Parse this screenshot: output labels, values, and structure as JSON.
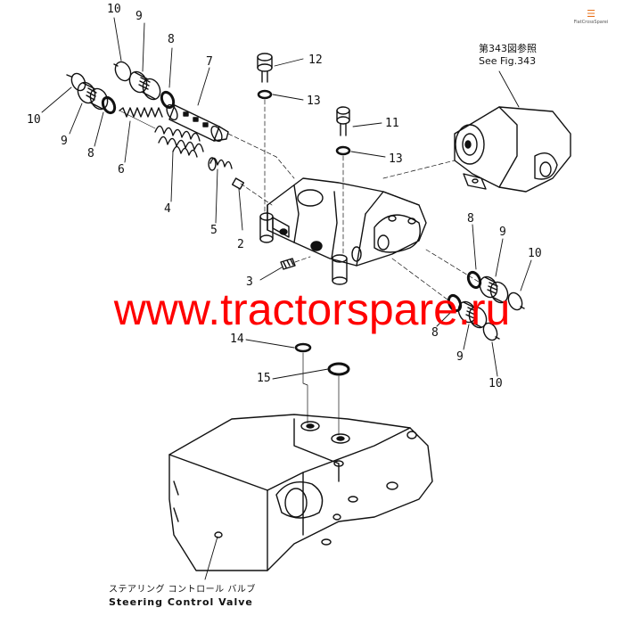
{
  "diagram": {
    "reference_note": {
      "jp": "第343図参照",
      "en": "See Fig.343"
    },
    "caption": {
      "jp": "ステアリング コントロール バルブ",
      "en": "Steering Control Valve"
    },
    "watermark": "www.tractorspare.ru",
    "logo": "FiatCrossSparei",
    "callouts": [
      "10",
      "9",
      "8",
      "7",
      "10",
      "9",
      "8",
      "6",
      "4",
      "5",
      "2",
      "3",
      "12",
      "13",
      "11",
      "13",
      "8",
      "9",
      "10",
      "8",
      "9",
      "10",
      "14",
      "15"
    ]
  }
}
